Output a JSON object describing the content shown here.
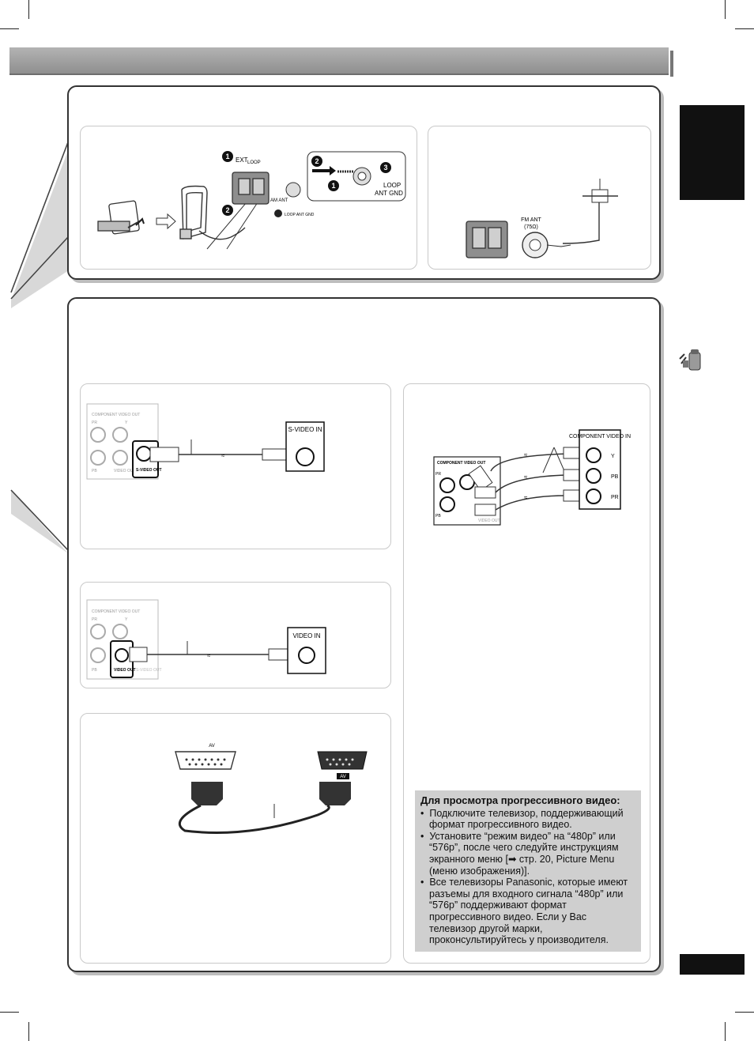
{
  "antenna": {
    "am": {
      "ext_label": "EXT",
      "loop_label": "LOOP",
      "am_ant_label": "AM ANT",
      "loop_ant_gnd_small": "LOOP ANT GND",
      "loop_label_large": "LOOP",
      "ant_gnd_label_large": "ANT GND",
      "steps": [
        "1",
        "2",
        "3"
      ]
    },
    "fm": {
      "fm_ant_label": "FM ANT",
      "impedance_label": "(75Ω)"
    }
  },
  "video": {
    "svideo": {
      "panel_title": "COMPONENT VIDEO OUT",
      "pb": "PB",
      "pr": "PR",
      "y": "Y",
      "video_out": "VIDEO OUT",
      "svideo_out": "S-VIDEO OUT",
      "tv_label": "S-VIDEO IN"
    },
    "composite": {
      "panel_title": "COMPONENT VIDEO OUT",
      "pb": "PB",
      "pr": "PR",
      "y": "Y",
      "video_out": "VIDEO OUT",
      "svideo_out": "S-VIDEO OUT",
      "tv_label": "VIDEO IN"
    },
    "scart": {
      "unit_label": "AV",
      "tv_label": "AV"
    },
    "component": {
      "panel_title": "COMPONENT VIDEO OUT",
      "tv_title": "COMPONENT VIDEO IN",
      "y": "Y",
      "pb": "PB",
      "pr": "PR",
      "video_out": "VIDEO OUT"
    }
  },
  "note": {
    "title": "Для просмотра прогрессивного видео:",
    "items": [
      "Подключите телевизор, поддерживающий формат прогрессивного видео.",
      "Установите “режим видео” на “480p” или “576p”, после чего следуйте инструкциям экранного меню [➡ стр. 20, Picture Menu (меню изображения)].",
      "Все телевизоры Panasonic, которые имеют разъемы для входного сигнала “480p” или “576p” поддерживают формат прогрессивного видео. Если у Вас телевизор другой марки, проконсультируйтесь у производителя."
    ]
  },
  "colors": {
    "header": "#9e9e9e",
    "note_bg": "#cfcfcf",
    "tab": "#111111"
  }
}
